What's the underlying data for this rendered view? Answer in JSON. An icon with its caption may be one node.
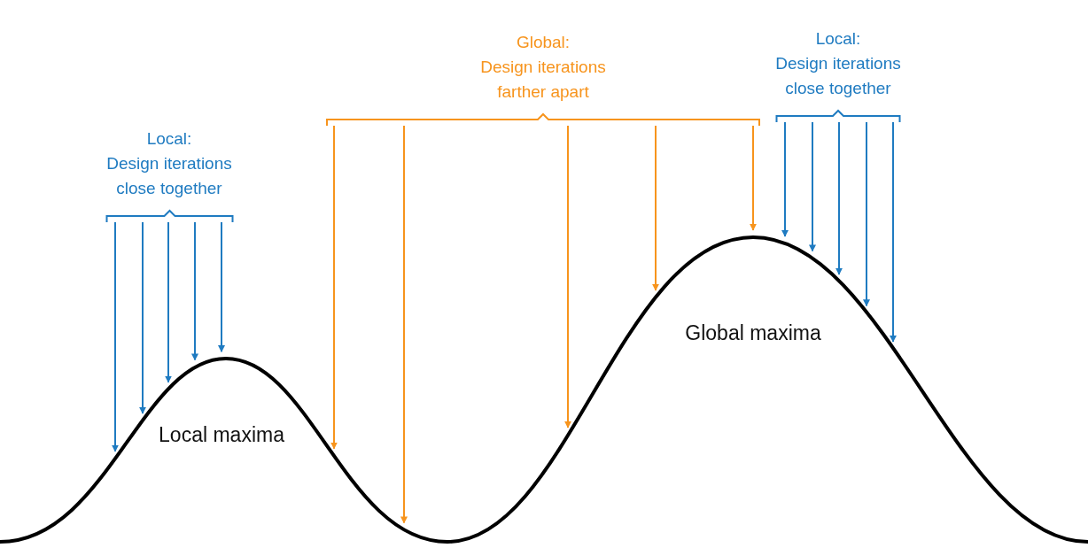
{
  "diagram": {
    "nodes": [
      {
        "text": [
          "Local:",
          "Design iterations close together"
        ]
      },
      {
        "text": [
          "Global:",
          "Design iterations farther apart"
        ]
      },
      {
        "text": [
          "Local:",
          "Design iterations close together"
        ]
      }
    ],
    "edges": [
      {
        "from": 0,
        "to": null,
        "arrow": "to"
      },
      {
        "from": 0,
        "to": null,
        "arrow": "to"
      },
      {
        "from": 0,
        "to": null,
        "arrow": "to"
      },
      {
        "from": 0,
        "to": null,
        "arrow": "to"
      },
      {
        "from": 0,
        "to": null,
        "arrow": "to"
      },
      {
        "from": 1,
        "to": null,
        "arrow": "to",
        "color": "#f7941d"
      },
      {
        "from": 1,
        "to": null,
        "arrow": "to",
        "color": "#f7941d"
      },
      {
        "from": 1,
        "to": null,
        "arrow": "to",
        "color": "#f7941d"
      },
      {
        "from": 1,
        "to": null,
        "arrow": "to",
        "color": "#f7941d"
      },
      {
        "from": 1,
        "to": null,
        "arrow": "to",
        "color": "#f7941d"
      },
      {
        "from": 2,
        "to": null,
        "arrow": "to"
      },
      {
        "from": 2,
        "to": null,
        "arrow": "to"
      },
      {
        "from": 2,
        "to": null,
        "arrow": "to"
      },
      {
        "from": 2,
        "to": null,
        "arrow": "to"
      },
      {
        "from": 2,
        "to": null,
        "arrow": "to"
      }
    ],
    "labels": [
      "Local maxima",
      "Global maxima"
    ]
  }
}
